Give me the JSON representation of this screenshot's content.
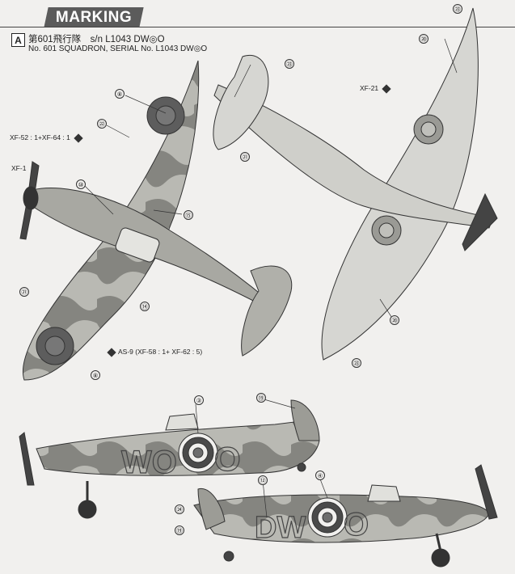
{
  "header": {
    "banner": "MARKING",
    "badge": "A",
    "line_jp": "第601飛行隊　s/n L1043 DW◎O",
    "line_en": "No. 601 SQUADRON, SERIAL No. L1043 DW◎O"
  },
  "paints": {
    "xf52": "XF-52 : 1+XF-64 : 1",
    "xf1": "XF-1",
    "xf21": "XF-21",
    "as9": "AS-9 (XF-58 : 1+ XF-62 : 5)"
  },
  "callouts": [
    "⑧",
    "㉒",
    "⑩",
    "⑮",
    "㉑",
    "⑭",
    "⑧",
    "㉓",
    "㉑",
    "⑳",
    "㉓",
    "⑳",
    "㉓",
    "③",
    "⑲",
    "④",
    "⑫",
    "㉔",
    "⑲"
  ],
  "markings": {
    "upper_code": "WO",
    "lower_code": "DW",
    "lower_tail": "O",
    "upper_tail": "O"
  },
  "colors": {
    "camo_dark": "#7d7d78",
    "camo_light": "#b8b8b2",
    "underside": "#d6d6d2",
    "roundel_blue": "#3b3b3b",
    "roundel_red": "#6b6b6b"
  }
}
